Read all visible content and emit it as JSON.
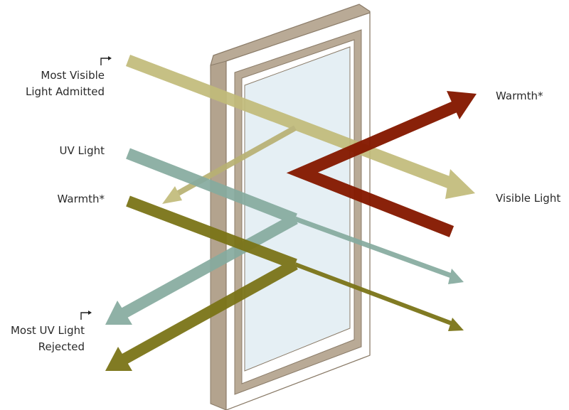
{
  "labels": {
    "most_visible_line1": "Most Visible",
    "most_visible_line2": "Light Admitted",
    "uv_light": "UV Light",
    "warmth_left": "Warmth*",
    "most_uv_line1": "Most UV Light",
    "most_uv_line2": "Rejected",
    "warmth_right": "Warmth*",
    "visible_light": "Visible Light"
  },
  "colors": {
    "visible": "#c2bb7a",
    "uv": "#86ab9f",
    "warmth_olive": "#7b7418",
    "warmth_red": "#851900",
    "frame": "#b9aa96",
    "frame_edge": "#8a7b68",
    "glass": "#e5eff4"
  }
}
